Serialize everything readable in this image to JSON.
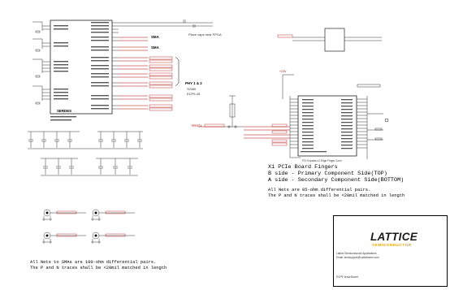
{
  "schematic": {
    "section_title": "X1 PCIe Board Fingers",
    "side_b": "B side - Primary Component Side(TOP)",
    "side_a": "A side - Secondary Component Side(BOTTOM)",
    "pcie_note_line1": "All Nets are 85-ohm differential pairs.",
    "pcie_note_line2": "The P and N traces shall be <20mil matched in length",
    "sma_note_line1": "All Nets to SMAs are 100-ohm differential pairs.",
    "sma_note_line2": "The P and N traces shall be <20mil matched in length",
    "serdes_label": "SERDES",
    "phy_label": "PHY 1 & 2",
    "sgmii_label": "SGMII",
    "device_label": "ECP5-45",
    "sma_label_1": "SMA",
    "sma_label_2": "SMA",
    "cap_note": "Place caps near FPGA",
    "edge_label": "PCI Express x1 Edge Finger Conn",
    "reset_label": "PERST#",
    "pwr_label": "+3.3V"
  },
  "title_block": {
    "company": "LATTICE",
    "company_sub": "SEMICONDUCTOR",
    "line1": "Lattice Semiconductor Applications",
    "line2": "Email: techsupport@Latticesemi.com",
    "doc_num": "ECP5 Versa Board"
  },
  "colors": {
    "wire": "#000000",
    "net_label": "#b00000",
    "logo_orange": "#e0a21a"
  }
}
